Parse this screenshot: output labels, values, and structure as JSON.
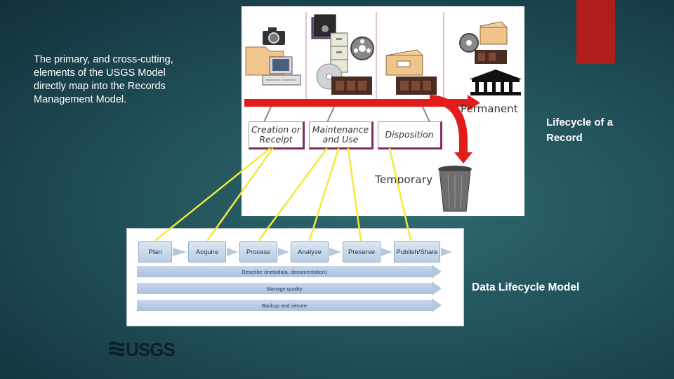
{
  "intro": {
    "text": "The primary, and cross-cutting, elements of the USGS Model directly map into the Records Management Model."
  },
  "records_diagram": {
    "label": "Lifecycle of a Record",
    "stages": [
      "Creation or Receipt",
      "Maintenance and Use",
      "Disposition"
    ],
    "stage_lines": [
      [
        "Creation or",
        "Receipt"
      ],
      [
        "Maintenance",
        "and Use"
      ],
      [
        "Disposition"
      ]
    ],
    "outcomes": {
      "permanent": "Permanent",
      "temporary": "Temporary"
    }
  },
  "data_diagram": {
    "label": "Data Lifecycle Model",
    "stages": [
      "Plan",
      "Acquire",
      "Process",
      "Analyze",
      "Preserve",
      "Publish/Share"
    ],
    "cross_cutting": [
      "Describe (metadata, documentation)",
      "Manage quality",
      "Backup and secure"
    ]
  },
  "logo": {
    "text": "USGS"
  },
  "colors": {
    "background": "#1f4b53",
    "accent_red": "#b01d1d",
    "arrow_red": "#e31b1b",
    "connector_yellow": "#f2ea3a",
    "stage_blue": "#c5d6ea"
  }
}
